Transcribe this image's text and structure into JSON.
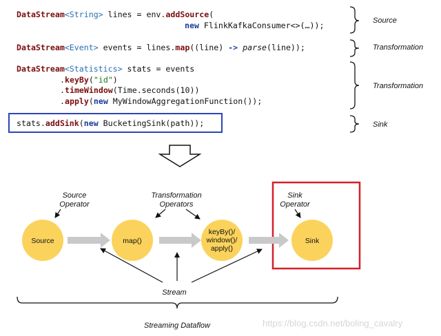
{
  "code": {
    "line1": {
      "t1": "DataStream",
      "t2": "<String>",
      "t3": " lines = env.",
      "t4": "addSource",
      "t5": "("
    },
    "line2": {
      "t1": "new",
      "t2": " FlinkKafkaConsumer<>(…));"
    },
    "line3": {
      "t1": "DataStream",
      "t2": "<Event>",
      "t3": " events = lines.",
      "t4": "map",
      "t5": "((line) ",
      "t6": "->",
      "t7": " ",
      "t8": "parse",
      "t9": "(line));"
    },
    "line4": {
      "t1": "DataStream",
      "t2": "<Statistics>",
      "t3": " stats = events"
    },
    "line5": {
      "t1": ".",
      "t2": "keyBy",
      "t3": "(",
      "t4": "\"id\"",
      "t5": ")"
    },
    "line6": {
      "t1": ".",
      "t2": "timeWindow",
      "t3": "(Time.seconds(10))"
    },
    "line7": {
      "t1": ".",
      "t2": "apply",
      "t3": "(",
      "t4": "new",
      "t5": " MyWindowAggregationFunction());"
    },
    "line8": {
      "t1": "stats.",
      "t2": "addSink",
      "t3": "(",
      "t4": "new",
      "t5": " BucketingSink(path));"
    }
  },
  "brace_labels": {
    "source": "Source",
    "transformation1": "Transformation",
    "transformation2": "Transformation",
    "sink": "Sink"
  },
  "diagram": {
    "source_operator_line1": "Source",
    "source_operator_line2": "Operator",
    "transformation_operators_line1": "Transformation",
    "transformation_operators_line2": "Operators",
    "sink_operator_line1": "Sink",
    "sink_operator_line2": "Operator",
    "nodes": {
      "source": "Source",
      "map": "map()",
      "keyby_line1": "keyBy()/",
      "keyby_line2": "window()/",
      "keyby_line3": "apply()",
      "sink": "Sink"
    },
    "stream": "Stream",
    "streaming_dataflow": "Streaming Dataflow"
  },
  "watermark": "https://blog.csdn.net/boling_cavalry",
  "colors": {
    "node_fill": "#fbd35c",
    "flow_arrow": "#c9c9c9",
    "code_box": "#2a44b8",
    "sink_box": "#d61f26"
  }
}
